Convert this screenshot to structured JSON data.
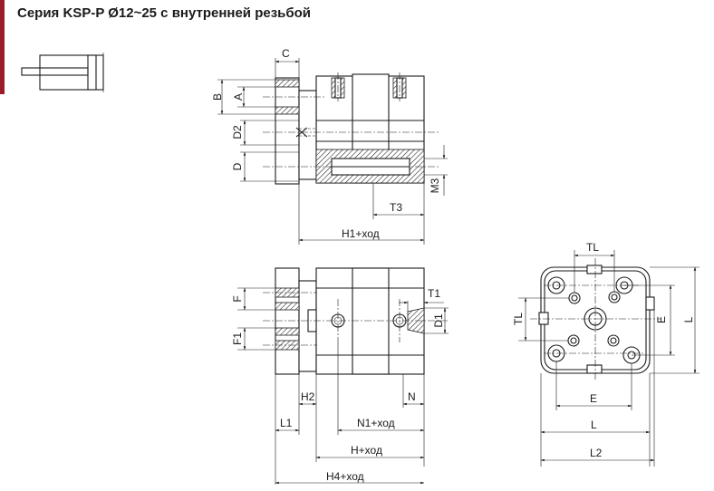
{
  "title": "Серия KSP-P Ø12~25 с внутренней резьбой",
  "colors": {
    "accent": "#9b1b2a",
    "line": "#1a1a1a"
  },
  "top_view": {
    "labels": {
      "c": "C",
      "b": "B",
      "a": "A",
      "d2": "D2",
      "d": "D",
      "m3": "M3",
      "t3": "T3",
      "h1": "H1+ход"
    }
  },
  "side_view": {
    "labels": {
      "f": "F",
      "f1": "F1",
      "t1": "T1",
      "d1": "D1",
      "h2": "H2",
      "n": "N",
      "l1": "L1",
      "n1": "N1+ход",
      "h": "H+ход",
      "h4": "H4+ход"
    }
  },
  "end_view": {
    "labels": {
      "tl_top": "TL",
      "tl_left": "TL",
      "e_right": "E",
      "l_right": "L",
      "e_bottom": "E",
      "l_bottom": "L",
      "l2": "L2"
    }
  }
}
